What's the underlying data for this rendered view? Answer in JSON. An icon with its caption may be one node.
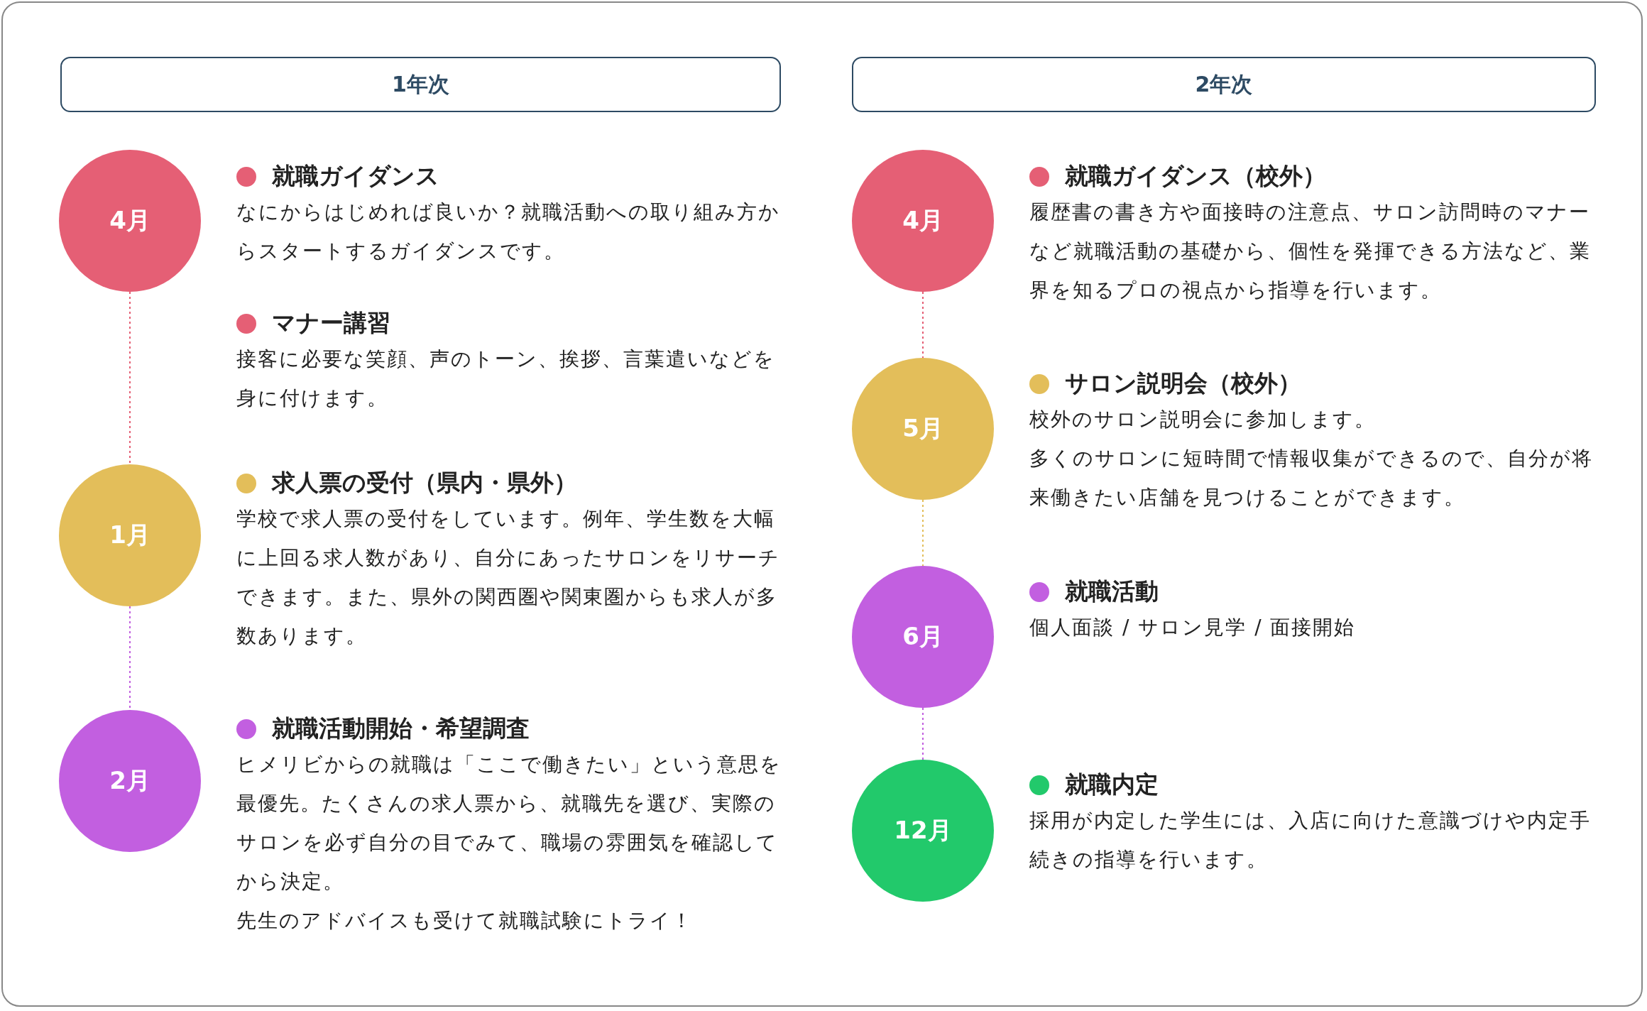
{
  "diagram": {
    "nodes": [
      {
        "text": [
          "1年次"
        ]
      },
      {
        "text": [
          "4月"
        ],
        "beside": [
          "就職ガイダンス",
          "なにからはじめれば良いか？就職活動への取り組み方からスタートするガイダンスです。",
          "マナー講習",
          "接客に必要な笑顔、声のトーン、挨拶、言葉遣いなどを身に付けます。"
        ]
      },
      {
        "text": [
          "1月"
        ],
        "beside": [
          "求人票の受付（県内・県外）",
          "学校で求人票の受付をしています。例年、学生数を大幅に上回る求人数があり、自分にあったサロンをリサーチできます。また、県外の関西圏や関東圏からも求人が多数あります。"
        ]
      },
      {
        "text": [
          "2月"
        ],
        "beside": [
          "就職活動開始・希望調査",
          "ヒメリビからの就職は「ここで働きたい」という意思を最優先。たくさんの求人票から、就職先を選び、実際のサロンを必ず自分の目でみて、職場の雰囲気を確認してから決定。",
          "先生のアドバイスも受けて就職試験にトライ！"
        ]
      },
      {
        "text": [
          "2年次"
        ]
      },
      {
        "text": [
          "4月"
        ],
        "beside": [
          "就職ガイダンス（校外）",
          "履歴書の書き方や面接時の注意点、サロン訪問時のマナーなど就職活動の基礎から、個性を発揮できる方法など、業界を知るプロの視点から指導を行います。"
        ]
      },
      {
        "text": [
          "5月"
        ],
        "beside": [
          "サロン説明会（校外）",
          "校外のサロン説明会に参加します。",
          "多くのサロンに短時間で情報収集ができるので、自分が将来働きたい店舗を見つけることができます。"
        ]
      },
      {
        "text": [
          "6月"
        ],
        "beside": [
          "就職活動",
          "個人面談 / サロン見学 / 面接開始"
        ]
      },
      {
        "text": [
          "12月"
        ],
        "beside": [
          "就職内定",
          "採用が内定した学生には、入店に向けた意識づけや内定手続きの指導を行います。"
        ]
      }
    ],
    "edges": [
      {
        "from": 1,
        "to": 2,
        "arrow": "none",
        "style": "dashed",
        "color": "#e55f75"
      },
      {
        "from": 2,
        "to": 3,
        "arrow": "none",
        "style": "dashed",
        "color": "#c25fe0"
      },
      {
        "from": 5,
        "to": 6,
        "arrow": "none",
        "style": "dashed",
        "color": "#e55f75"
      },
      {
        "from": 6,
        "to": 7,
        "arrow": "none",
        "style": "dashed",
        "color": "#e3be5a"
      },
      {
        "from": 7,
        "to": 8,
        "arrow": "none",
        "style": "dashed",
        "color": "#c25fe0"
      }
    ]
  }
}
